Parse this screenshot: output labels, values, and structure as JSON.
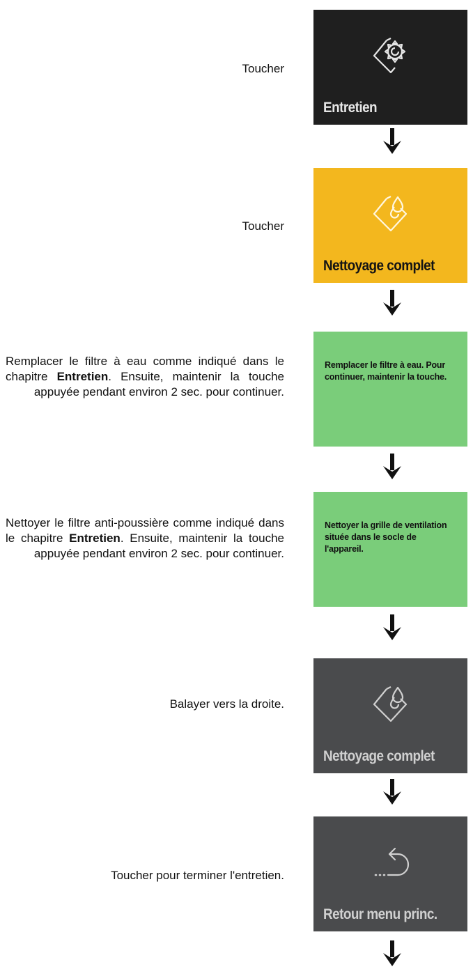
{
  "steps": [
    {
      "instruction": "Toucher",
      "tile_label": "Entretien",
      "icon": "gear-square-icon",
      "bg": "#1f1f1f",
      "fg": "#e6e6e6"
    },
    {
      "instruction": "Toucher",
      "tile_label": "Nettoyage complet",
      "icon": "drops-square-icon",
      "bg": "#f3b71e",
      "fg": "#141414"
    },
    {
      "instruction_pre": "Remplacer le filtre à eau comme indiqué dans le chapitre ",
      "instruction_bold": "Entretien",
      "instruction_post": ". Ensuite, maintenir la touche appuyée pendant environ 2 sec. pour continuer.",
      "tile_message": "Remplacer le filtre à eau. Pour continuer, maintenir la touche.",
      "bg": "#7acd7a"
    },
    {
      "instruction_pre": "Nettoyer le filtre anti-poussière comme indiqué dans le chapitre ",
      "instruction_bold": "Entretien",
      "instruction_post": ". Ensuite, maintenir la touche appuyée pendant environ 2 sec. pour continuer.",
      "tile_message": "Nettoyer la grille de ventilation située dans le socle de l'appareil.",
      "bg": "#7acd7a"
    },
    {
      "instruction": "Balayer vers la droite.",
      "tile_label": "Nettoyage complet",
      "icon": "drops-square-icon",
      "bg": "#4a4b4d",
      "fg": "#d0d0d0"
    },
    {
      "instruction": "Toucher pour terminer l'entretien.",
      "tile_label": "Retour menu princ.",
      "icon": "return-arrow-icon",
      "bg": "#4a4b4d",
      "fg": "#d0d0d0"
    }
  ],
  "colors": {
    "arrow": "#111111"
  }
}
